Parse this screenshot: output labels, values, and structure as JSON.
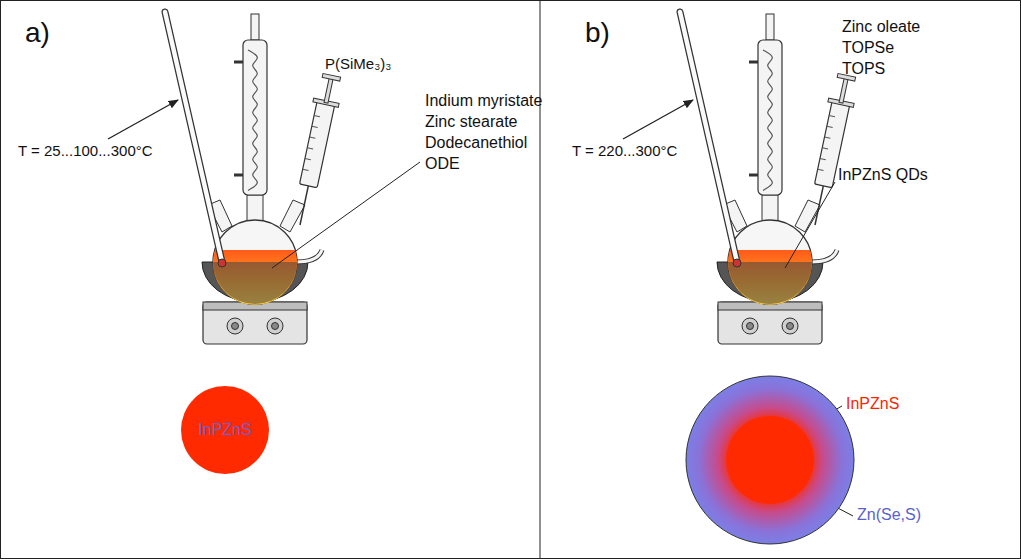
{
  "diagram": {
    "nodes": [
      {
        "text": [
          "InPZnS"
        ]
      },
      {
        "text": [
          "Zn(Se,S)"
        ]
      },
      {
        "text": [
          "InPZnS"
        ],
        "in": 1
      }
    ],
    "labels": [
      "a)",
      "T = 25...100...300°C",
      "P(SiMe₃)₃",
      "Indium myristate",
      "Zinc stearate",
      "Dodecanethiol",
      "ODE",
      "b)",
      "T = 220...300°C",
      "Zinc oleate",
      "TOPSe",
      "TOPS",
      "InPZnS QDs"
    ]
  }
}
